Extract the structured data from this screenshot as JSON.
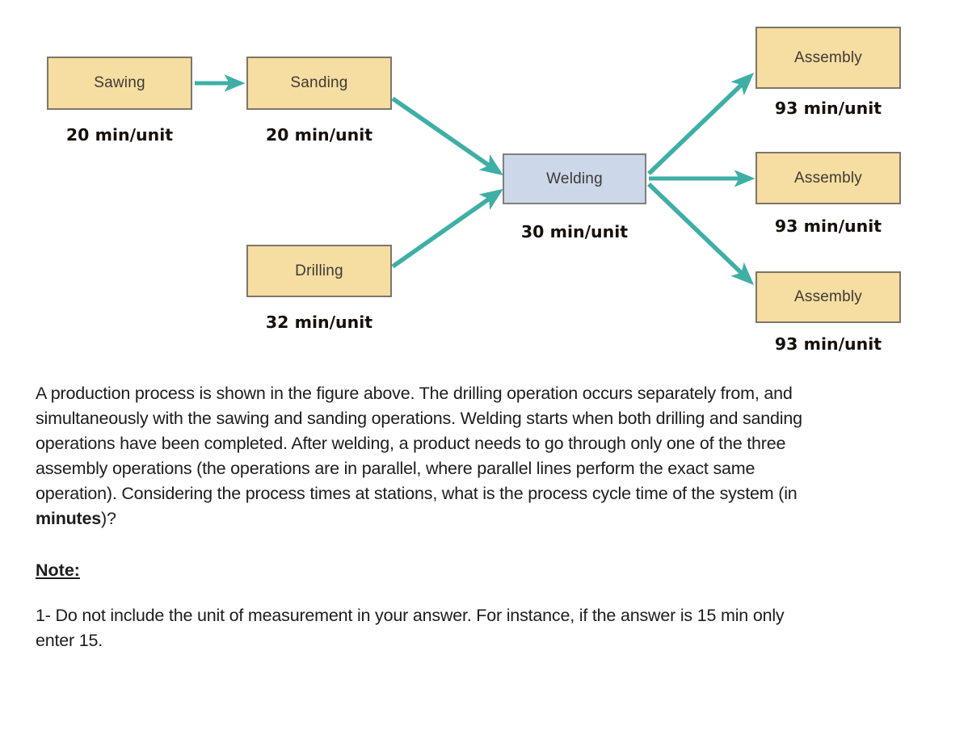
{
  "diagram": {
    "colors": {
      "node_fill_tan": "#f6dda1",
      "node_fill_blue": "#ccd7e9",
      "node_border": "#7d7669",
      "arrow": "#3fafa6",
      "label_text": "#15100a"
    },
    "nodes": [
      {
        "id": "sawing",
        "label": "Sawing",
        "time": "20 min/unit"
      },
      {
        "id": "sanding",
        "label": "Sanding",
        "time": "20 min/unit"
      },
      {
        "id": "drilling",
        "label": "Drilling",
        "time": "32 min/unit"
      },
      {
        "id": "welding",
        "label": "Welding",
        "time": "30 min/unit"
      },
      {
        "id": "assembly_1",
        "label": "Assembly",
        "time": "93 min/unit"
      },
      {
        "id": "assembly_2",
        "label": "Assembly",
        "time": "93 min/unit"
      },
      {
        "id": "assembly_3",
        "label": "Assembly",
        "time": "93 min/unit"
      }
    ],
    "edges": [
      {
        "from": "sawing",
        "to": "sanding"
      },
      {
        "from": "sanding",
        "to": "welding"
      },
      {
        "from": "drilling",
        "to": "welding"
      },
      {
        "from": "welding",
        "to": "assembly_1"
      },
      {
        "from": "welding",
        "to": "assembly_2"
      },
      {
        "from": "welding",
        "to": "assembly_3"
      }
    ]
  },
  "prose": {
    "question_part_1": "A production process is shown in the figure above. The drilling operation occurs separately from, and simultaneously with the sawing and sanding operations. Welding starts when both drilling and sanding operations have been completed. After welding, a product needs to go through only one of the three assembly operations (the operations are in parallel, where parallel lines perform the exact same operation). Considering the process times at stations, what is the process cycle time of the system (in ",
    "question_emphasis": "minutes",
    "question_part_2": ")?",
    "note_heading": "Note:",
    "note_item_1": "1- Do not include the unit of measurement in your answer. For instance, if the answer is 15 min only enter 15."
  }
}
